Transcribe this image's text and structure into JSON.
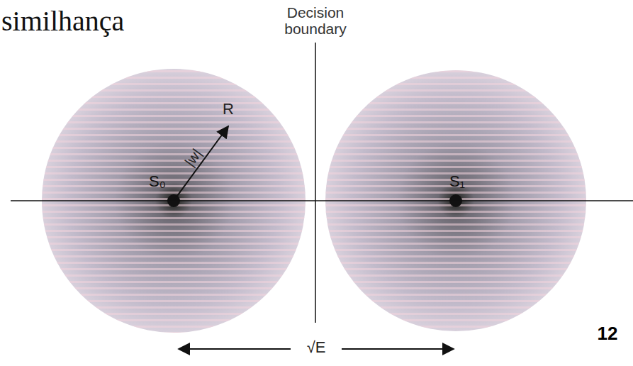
{
  "diagram": {
    "title": "similhança",
    "labels": [
      "Decision boundary",
      "R",
      "|w|",
      "S₀",
      "S₁",
      "√E",
      "12"
    ]
  }
}
